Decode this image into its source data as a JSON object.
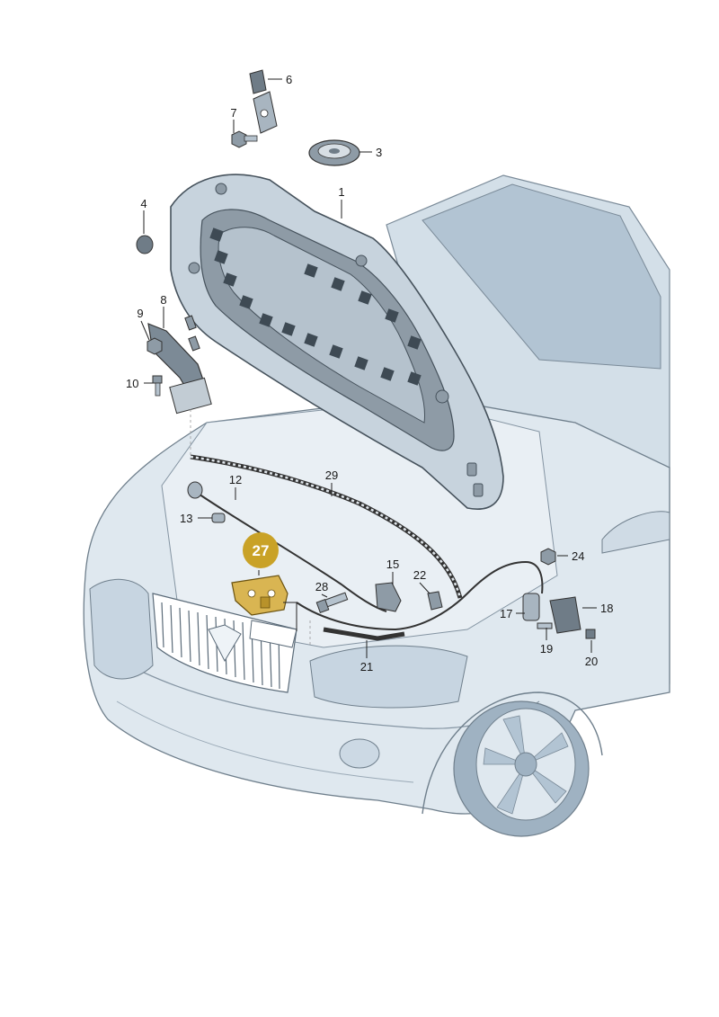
{
  "callouts": [
    {
      "id": "c1",
      "text": "1"
    },
    {
      "id": "c3",
      "text": "3"
    },
    {
      "id": "c4",
      "text": "4"
    },
    {
      "id": "c6",
      "text": "6"
    },
    {
      "id": "c7",
      "text": "7"
    },
    {
      "id": "c8",
      "text": "8"
    },
    {
      "id": "c9",
      "text": "9"
    },
    {
      "id": "c10",
      "text": "10"
    },
    {
      "id": "c12",
      "text": "12"
    },
    {
      "id": "c13",
      "text": "13"
    },
    {
      "id": "c15",
      "text": "15"
    },
    {
      "id": "c17",
      "text": "17"
    },
    {
      "id": "c18",
      "text": "18"
    },
    {
      "id": "c19",
      "text": "19"
    },
    {
      "id": "c20",
      "text": "20"
    },
    {
      "id": "c21",
      "text": "21"
    },
    {
      "id": "c22",
      "text": "22"
    },
    {
      "id": "c24",
      "text": "24"
    },
    {
      "id": "c28",
      "text": "28"
    },
    {
      "id": "c29",
      "text": "29"
    }
  ],
  "highlighted_callout": {
    "text": "27",
    "color": "#c9a227"
  },
  "colors": {
    "car_fill": "#dfe8ef",
    "car_shade": "#b9cad8",
    "hood_fill": "#c7d3dd",
    "hood_insulation": "#6f7f8c",
    "line": "#222222",
    "highlight_part": "#d9b552"
  }
}
